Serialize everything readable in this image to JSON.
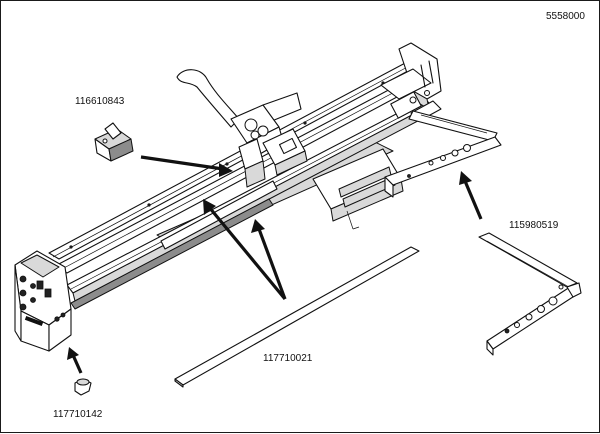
{
  "diagram": {
    "drawing_number": "5558000",
    "parts": [
      {
        "id": "handle-stop",
        "part_number": "116610843"
      },
      {
        "id": "extension-arm",
        "part_number": "115980519"
      },
      {
        "id": "cutting-strip",
        "part_number": "117710021"
      },
      {
        "id": "foot",
        "part_number": "117710142"
      }
    ]
  }
}
